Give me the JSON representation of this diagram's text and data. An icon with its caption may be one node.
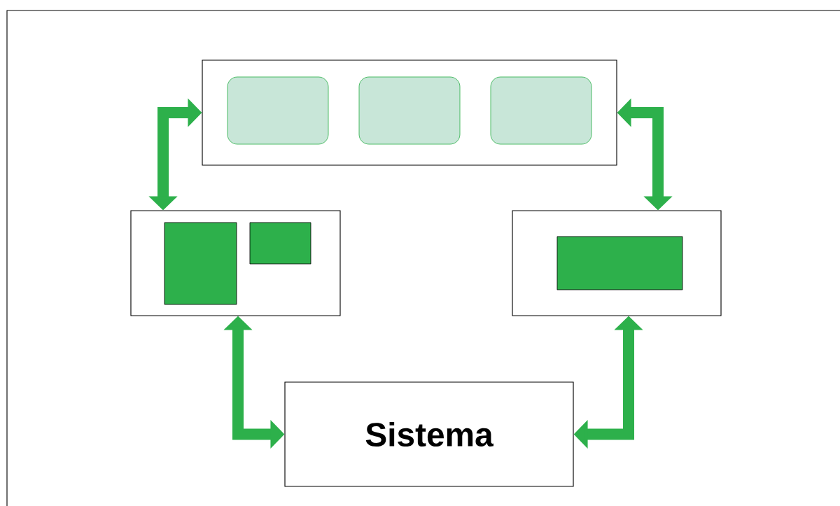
{
  "diagram": {
    "nodes": [
      {
        "text": [],
        "shape": "box"
      },
      {
        "text": [],
        "shape": "box",
        "in": 0
      },
      {
        "text": [],
        "shape": "box",
        "in": 0
      },
      {
        "text": [],
        "shape": "box",
        "in": 0
      },
      {
        "text": [],
        "shape": "box"
      },
      {
        "text": [],
        "shape": "box",
        "in": 4
      },
      {
        "text": [],
        "shape": "box",
        "in": 4
      },
      {
        "text": [],
        "shape": "box"
      },
      {
        "text": [],
        "shape": "box",
        "in": 7
      },
      {
        "text": [
          "Sistema"
        ]
      }
    ],
    "edges": [
      {
        "from": 4,
        "to": 0,
        "arrow": "both"
      },
      {
        "from": 7,
        "to": 0,
        "arrow": "both"
      },
      {
        "from": 4,
        "to": 9,
        "arrow": "both"
      },
      {
        "from": 7,
        "to": 9,
        "arrow": "both"
      }
    ]
  }
}
